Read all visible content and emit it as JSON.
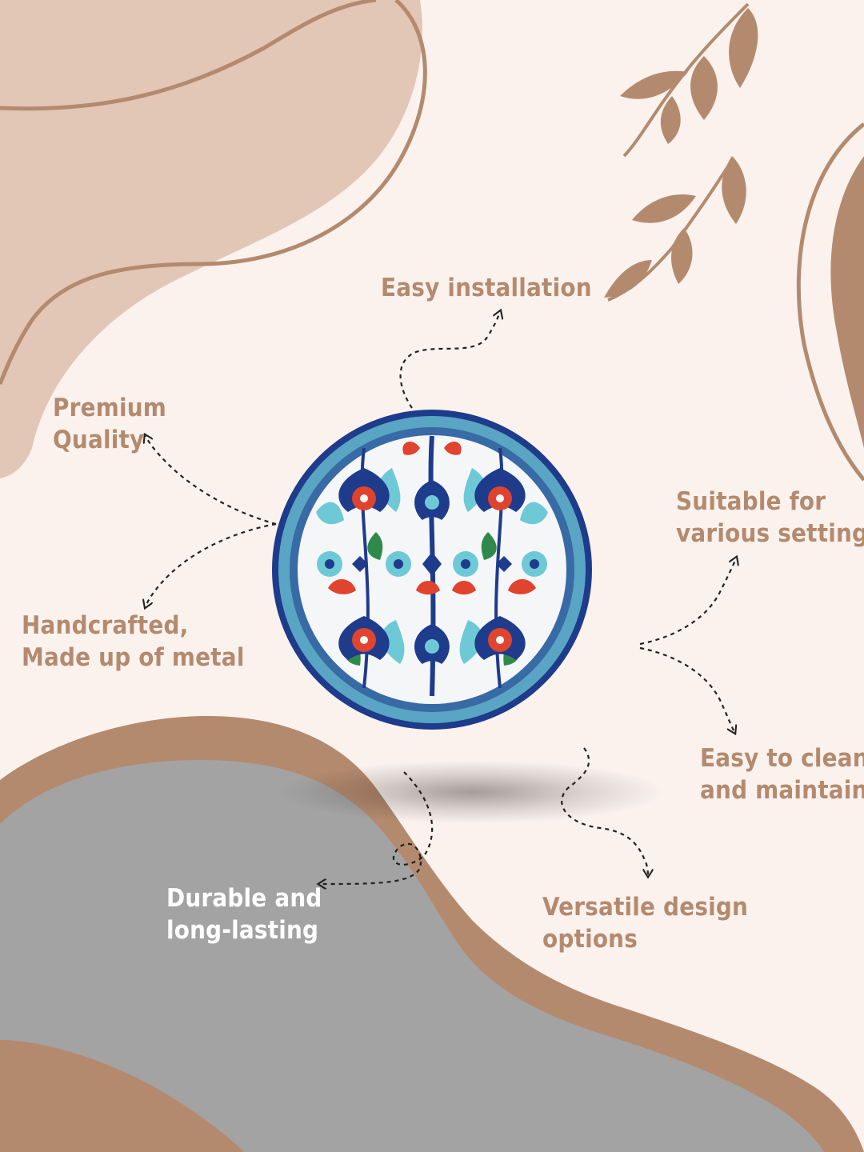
{
  "colors": {
    "background": "#fbf2ee",
    "blob_light": "#e2c6b6",
    "accent_brown": "#b48a6e",
    "grey": "#a3a3a3",
    "label_text": "#b48a6e",
    "label_text_on_grey": "#ffffff",
    "plate_blue": "#1e3b8c",
    "plate_red": "#e0432e",
    "plate_teal": "#6ec9d6",
    "plate_green": "#2f8a4a",
    "plate_white": "#f4f6f8"
  },
  "features": [
    {
      "id": "easy-installation",
      "lines": [
        "Easy installation"
      ]
    },
    {
      "id": "premium-quality",
      "lines": [
        "Premium",
        "Quality"
      ]
    },
    {
      "id": "handcrafted",
      "lines": [
        "Handcrafted,",
        "Made up of metal"
      ]
    },
    {
      "id": "suitable-settings",
      "lines": [
        "Suitable for",
        "various settings"
      ]
    },
    {
      "id": "easy-clean",
      "lines": [
        "Easy to clean",
        "and maintain"
      ]
    },
    {
      "id": "durable",
      "lines": [
        "Durable and",
        "long-lasting"
      ]
    },
    {
      "id": "versatile",
      "lines": [
        "Versatile design",
        "options"
      ]
    }
  ],
  "product": {
    "icon": "floral-decorative-plate-icon"
  }
}
